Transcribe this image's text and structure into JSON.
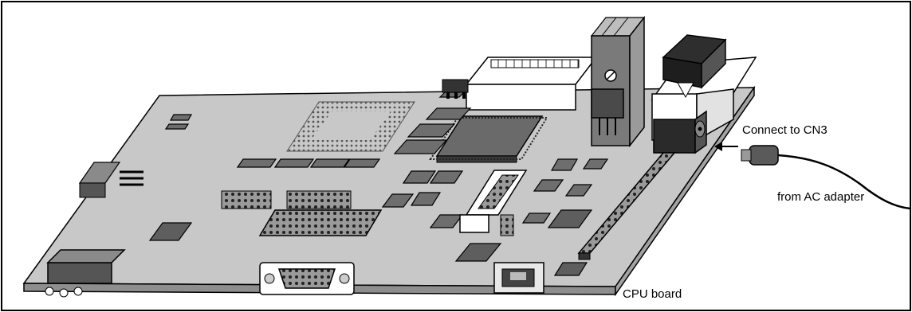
{
  "labels": {
    "connect": "Connect to CN3",
    "adapter": "from AC adapter",
    "board": "CPU board"
  },
  "colors": {
    "board": "#c8c8c8",
    "chip": "#6e6e6e",
    "chip_dark": "#3a3a3a",
    "outline": "#000000",
    "white": "#ffffff"
  }
}
